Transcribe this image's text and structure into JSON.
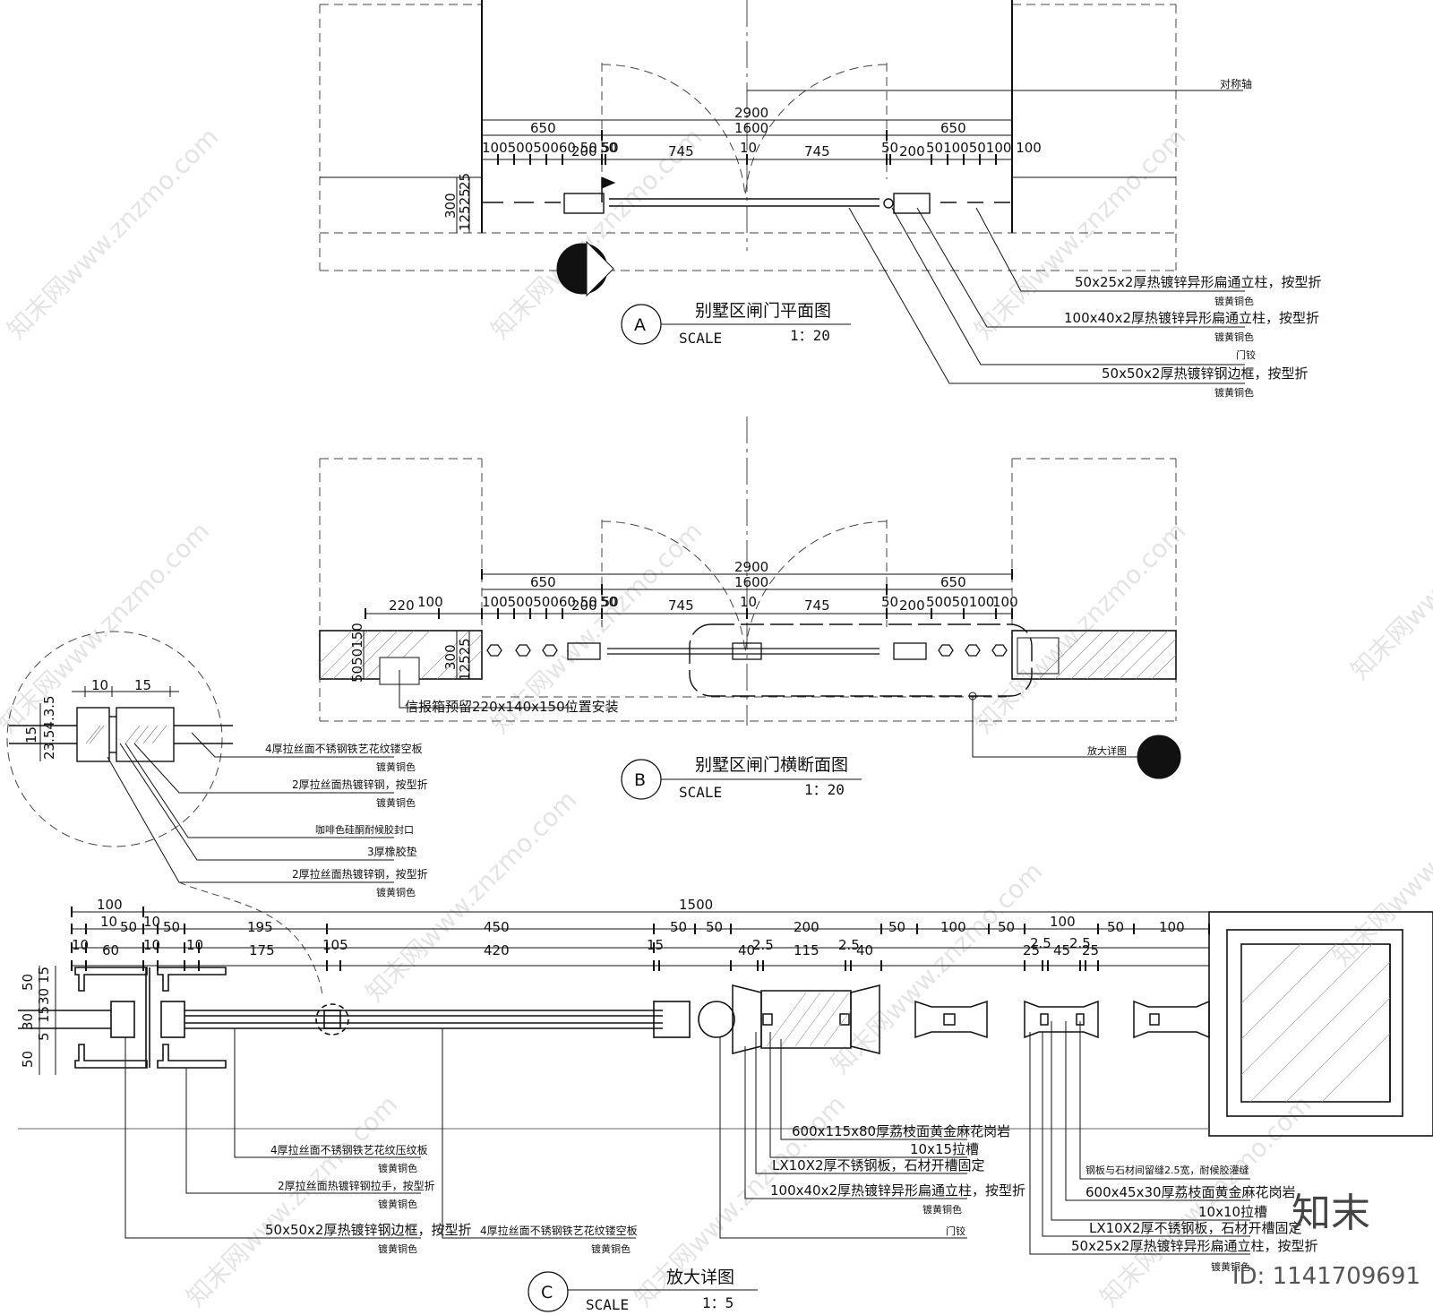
{
  "views": {
    "a": {
      "letter": "A",
      "title": "别墅区闸门平面图",
      "scale_label": "SCALE",
      "scale_value": "1：20"
    },
    "b": {
      "letter": "B",
      "title": "别墅区闸门横断面图",
      "scale_label": "SCALE",
      "scale_value": "1：20"
    },
    "c": {
      "letter": "C",
      "title": "放大详图",
      "scale_label": "SCALE",
      "scale_value": "1：5"
    }
  },
  "plan_dims": {
    "total": "2900",
    "gate": "1600",
    "left_post": "650",
    "right_post": "650",
    "leaf_left": "745",
    "leaf_right": "745",
    "center_gap": "10",
    "left_chain": "10050050060 50 50",
    "left_200": "200",
    "left_50": "50",
    "right_50": "50",
    "right_200": "200",
    "right_chain": "5010050100 100",
    "side_300": "300",
    "side_25a": "25",
    "side_125": "12525",
    "axis_note": "对称轴"
  },
  "plan_notes": [
    {
      "text": "50x25x2厚热镀锌异形扁通立柱，按型折",
      "sub": "镀黄铜色"
    },
    {
      "text": "100x40x2厚热镀锌异形扁通立柱，按型折",
      "sub": "镀黄铜色"
    },
    {
      "text": "门铰",
      "sub": ""
    },
    {
      "text": "50x50x2厚热镀锌钢边框，按型折",
      "sub": "镀黄铜色"
    }
  ],
  "section_dims": {
    "total": "2900",
    "gate": "1600",
    "left_post": "650",
    "right_post": "650",
    "leaf_left": "745",
    "leaf_right": "745",
    "center_gap": "10",
    "pier_220": "220",
    "pier_100": "100",
    "right_100": "100",
    "left_chain": "10050050060 50 50",
    "left_200": "200",
    "left_50": "50",
    "right_50": "50",
    "right_200": "200",
    "right_chain": "50050100",
    "side_300": "300",
    "side_150": "5050150",
    "side_125": "12525"
  },
  "section_notes": {
    "reserve": "信报箱预留220x140x150位置安装",
    "detail": "放大详图"
  },
  "circle_detail": {
    "dim_10": "10",
    "dim_15": "15",
    "dim_v15": "15",
    "dim_side": "23.54.3.5",
    "notes": [
      {
        "text": "4厚拉丝面不锈钢铁艺花纹镂空板",
        "sub": "镀黄铜色"
      },
      {
        "text": "2厚拉丝面热镀锌钢，按型折",
        "sub": "镀黄铜色"
      },
      {
        "text": "咖啡色硅酮耐候胶封口",
        "sub": ""
      },
      {
        "text": "3厚橡胶垫",
        "sub": ""
      },
      {
        "text": "2厚拉丝面热镀锌钢，按型折",
        "sub": "镀黄铜色"
      }
    ]
  },
  "detail_dims": {
    "overall": "1500",
    "row1": [
      "100"
    ],
    "row2": [
      "10",
      "50",
      "10",
      "50",
      "195",
      "450",
      "50",
      "50",
      "200",
      "50",
      "100",
      "50",
      "100",
      "50",
      "100"
    ],
    "row2b": [
      "10",
      "10",
      "10"
    ],
    "row3": [
      "10",
      "60",
      "10",
      "10",
      "175",
      "105",
      "420",
      "15",
      "40",
      "2.5",
      "115",
      "2.5",
      "40",
      "25",
      "2.5",
      "45",
      "2.5",
      "25"
    ],
    "left_v": [
      "50",
      "15",
      "30",
      "15",
      "30",
      "5",
      "50"
    ]
  },
  "detail_notes_left": [
    {
      "text": "4厚拉丝面不锈钢铁艺花纹压纹板",
      "sub": "镀黄铜色"
    },
    {
      "text": "2厚拉丝面热镀锌钢拉手，按型折",
      "sub": "镀黄铜色"
    },
    {
      "text": "50x50x2厚热镀锌钢边框，按型折",
      "sub": "镀黄铜色"
    },
    {
      "text": "4厚拉丝面不锈钢铁艺花纹镂空板",
      "sub": "镀黄铜色"
    }
  ],
  "detail_notes_mid": [
    {
      "text": "600x115x80厚荔枝面黄金麻花岗岩",
      "sub": ""
    },
    {
      "text": "10x15拉槽",
      "sub": ""
    },
    {
      "text": "LX10X2厚不锈钢板，石材开槽固定",
      "sub": ""
    },
    {
      "text": "100x40x2厚热镀锌异形扁通立柱，按型折",
      "sub": "镀黄铜色"
    },
    {
      "text": "门铰",
      "sub": ""
    }
  ],
  "detail_notes_right": [
    {
      "text": "钢板与石材间留缝2.5宽，耐候胶灌缝",
      "sub": ""
    },
    {
      "text": "600x45x30厚荔枝面黄金麻花岗岩",
      "sub": ""
    },
    {
      "text": "10x10拉槽",
      "sub": ""
    },
    {
      "text": "LX10X2厚不锈钢板，石材开槽固定",
      "sub": ""
    },
    {
      "text": "50x25x2厚热镀锌异形扁通立柱，按型折",
      "sub": "镀黄铜色"
    }
  ],
  "watermark": "知末网www.znzmo.com",
  "logo": "知末",
  "id_label": "ID: 1141709691"
}
